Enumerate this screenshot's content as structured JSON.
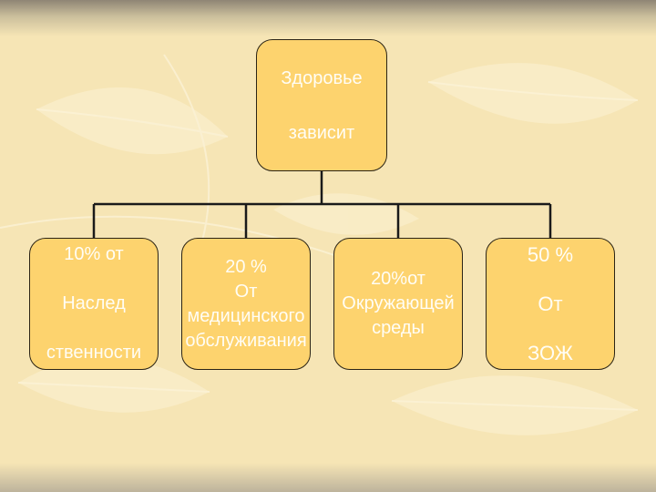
{
  "colors": {
    "background": "#f6e5b5",
    "box_fill": "#fdd36e",
    "box_border": "#2b2415",
    "box_text": "#fffdf5",
    "connector": "#1a1a1a"
  },
  "root": {
    "line1": "Здоровье",
    "line2": "зависит"
  },
  "children": [
    {
      "line1": "10% от",
      "line2": "Наслед",
      "line3": "ственности"
    },
    {
      "line1": "20 %",
      "line2": "От",
      "line3": "медицинского",
      "line4": "обслуживания"
    },
    {
      "line1": "20%от",
      "line2": "Окружающей",
      "line3": "среды"
    },
    {
      "line1": "50 %",
      "line2": "От",
      "line3": "ЗОЖ"
    }
  ]
}
